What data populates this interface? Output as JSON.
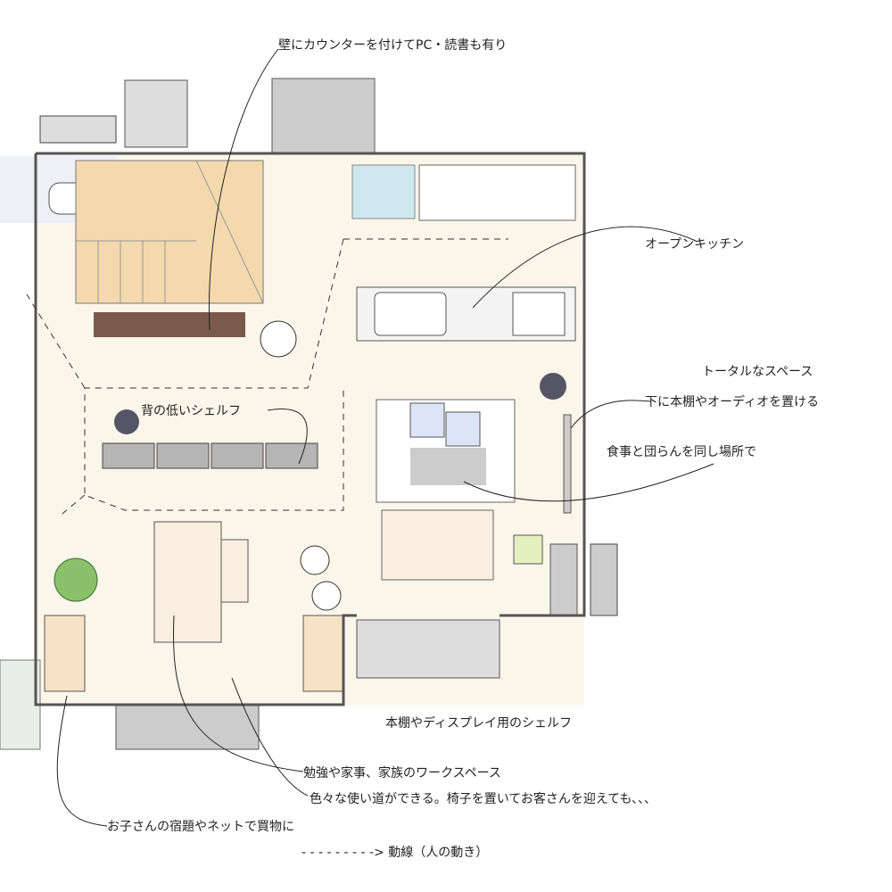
{
  "annotations": {
    "counter_pc": "壁にカウンターを付けてPC・読書も有り",
    "open_kitchen": "オープンキッチン",
    "total_space": "トータルなスペース",
    "bookshelf_audio": "下に本棚やオーディオを置ける",
    "dining_living": "食事と団らんを同し場所で",
    "low_shelf": "背の低いシェルフ",
    "display_shelf": "本棚やディスプレイ用のシェルフ",
    "workspace": "勉強や家事、家族のワークスペース",
    "various_uses": "色々な使い道ができる。椅子を置いてお客さんを迎えても、、、",
    "kids_homework": "お子さんの宿題やネットで買物に",
    "legend_flow": "- - - - - - - - -> 動線（人の動き）"
  },
  "colors": {
    "floor": "#fbf6ea",
    "wall": "#555555",
    "stairs": "#f3d9ad",
    "shelf": "#b5b5b5",
    "tile": "#cfe8ef",
    "rug": "#7a5a4a"
  }
}
